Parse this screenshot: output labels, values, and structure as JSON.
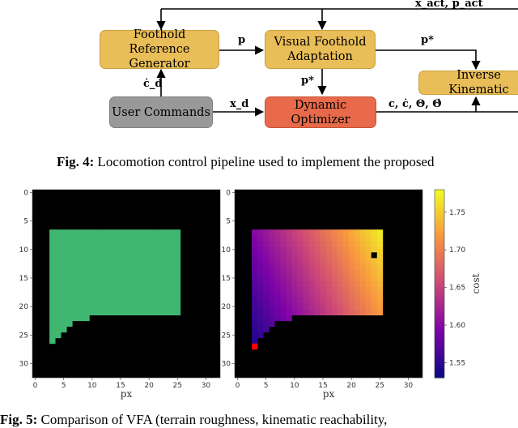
{
  "diagram": {
    "nodes": {
      "foothold_ref": "Foothold Reference Generator",
      "visual_adapt": "Visual Foothold Adaptation",
      "inverse_kin": "Inverse Kinematic",
      "user_cmd": "User Commands",
      "dyn_opt": "Dynamic Optimizer"
    },
    "edge_labels": {
      "x_act_p_act": "x_act, p_act",
      "p": "p",
      "p_star_right": "p*",
      "p_star_down": "p*",
      "c_dot_d": "ċ_d",
      "x_d": "x_d",
      "c_outputs": "c, ċ, Θ, Θ̇"
    },
    "colors": {
      "yellow": "#e9bd57",
      "gray": "#999999",
      "red": "#e86a4a"
    }
  },
  "caption_fig4": {
    "prefix": "Fig. 4:",
    "text": "Locomotion control pipeline used to implement the proposed"
  },
  "caption_fig5": {
    "prefix": "Fig. 5:",
    "text": "Comparison of VFA (terrain roughness, kinematic reachability,"
  },
  "chart_data": [
    {
      "type": "heatmap",
      "title": "",
      "xlabel": "px",
      "ylabel": "",
      "xticks": [
        0,
        5,
        10,
        15,
        20,
        25,
        30
      ],
      "yticks": [
        0,
        5,
        10,
        15,
        20,
        25,
        30
      ],
      "grid_size": [
        33,
        33
      ],
      "colors": {
        "feasible": "#3fb771",
        "infeasible": "#000000"
      },
      "feasible_region": {
        "top_row": 7,
        "left_col": 3,
        "right_col": 25,
        "bottom_row_feasible_full": 21,
        "obstacle_profile": [
          [
            22,
            10,
            24
          ],
          [
            23,
            7,
            21
          ],
          [
            24,
            6,
            20
          ],
          [
            25,
            5,
            18
          ],
          [
            26,
            4,
            16
          ],
          [
            27,
            3,
            16
          ],
          [
            28,
            3,
            15
          ],
          [
            29,
            3,
            15
          ],
          [
            30,
            3,
            15
          ],
          [
            31,
            3,
            15
          ],
          [
            32,
            3,
            15
          ]
        ]
      }
    },
    {
      "type": "heatmap",
      "title": "",
      "xlabel": "px",
      "ylabel": "",
      "xticks": [
        0,
        5,
        10,
        15,
        20,
        25,
        30
      ],
      "yticks": [
        0,
        5,
        10,
        15,
        20,
        25,
        30
      ],
      "grid_size": [
        33,
        33
      ],
      "colorbar": {
        "label": "cost",
        "ticks": [
          1.55,
          1.6,
          1.65,
          1.7,
          1.75
        ],
        "range": [
          1.53,
          1.78
        ],
        "colors": [
          "#0d0887",
          "#7e03a8",
          "#cc4778",
          "#f89540",
          "#f0f921"
        ]
      },
      "markers": [
        {
          "row": 11,
          "col": 24,
          "color": "#000000"
        },
        {
          "row": 27,
          "col": 3,
          "color": "#ff0000"
        }
      ]
    }
  ]
}
